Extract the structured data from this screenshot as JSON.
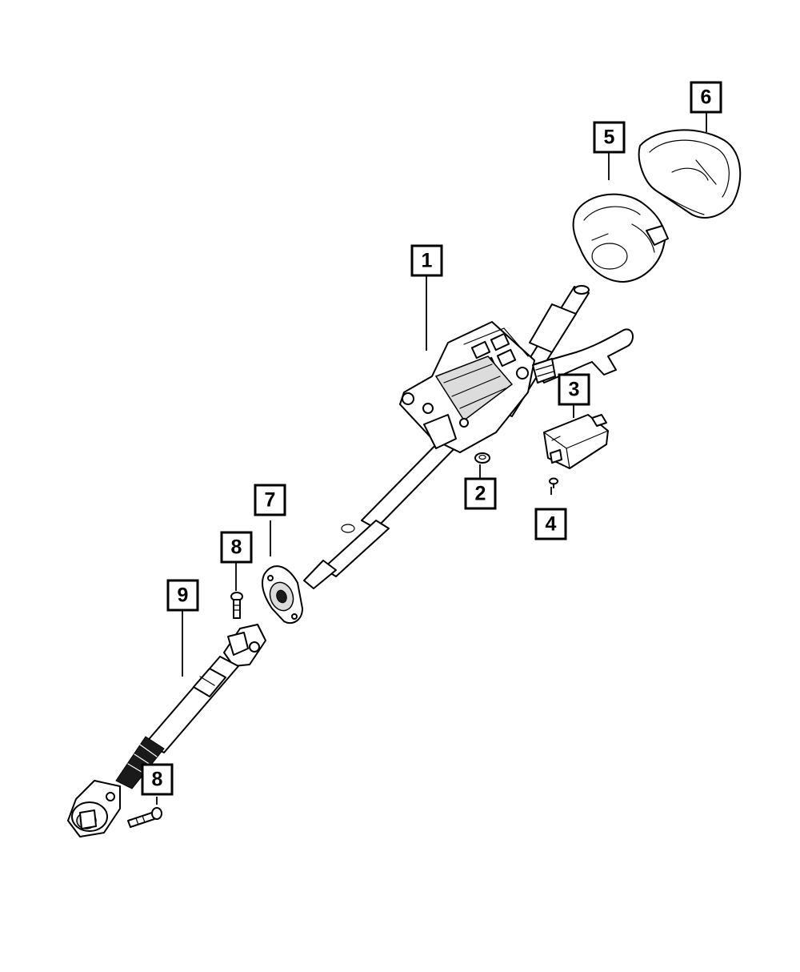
{
  "callouts": [
    {
      "id": "1",
      "label": "1"
    },
    {
      "id": "2",
      "label": "2"
    },
    {
      "id": "3",
      "label": "3"
    },
    {
      "id": "4",
      "label": "4"
    },
    {
      "id": "5",
      "label": "5"
    },
    {
      "id": "6",
      "label": "6"
    },
    {
      "id": "7",
      "label": "7"
    },
    {
      "id": "8a",
      "label": "8"
    },
    {
      "id": "9",
      "label": "9"
    },
    {
      "id": "8b",
      "label": "8"
    }
  ]
}
